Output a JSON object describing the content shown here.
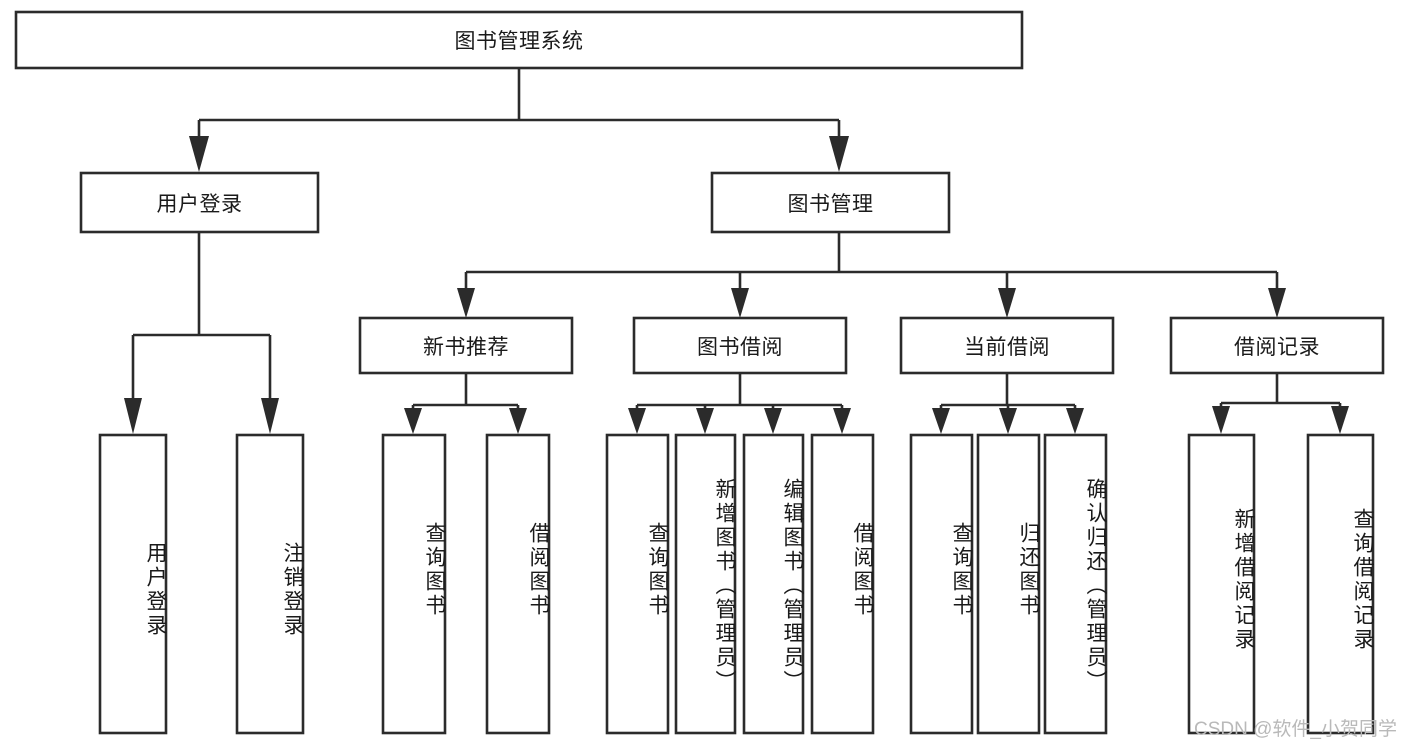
{
  "diagram": {
    "type": "tree-hierarchy-diagram",
    "title": "图书管理系统",
    "orientation": "top-down",
    "colors": {
      "background": "#ffffff",
      "box_fill": "#ffffff",
      "box_stroke": "#2b2b2b",
      "connector": "#2b2b2b",
      "text": "#1a1a1a",
      "watermark": "#b9b9b9"
    },
    "root": {
      "id": "root",
      "label": "图书管理系统",
      "text_direction": "horizontal"
    },
    "level2": [
      {
        "id": "user-login",
        "label": "用户登录",
        "text_direction": "horizontal"
      },
      {
        "id": "book-management",
        "label": "图书管理",
        "text_direction": "horizontal"
      }
    ],
    "level3": [
      {
        "id": "new-book-recommend",
        "label": "新书推荐",
        "parent": "book-management",
        "text_direction": "horizontal"
      },
      {
        "id": "book-borrow",
        "label": "图书借阅",
        "parent": "book-management",
        "text_direction": "horizontal"
      },
      {
        "id": "current-borrow",
        "label": "当前借阅",
        "parent": "book-management",
        "text_direction": "horizontal"
      },
      {
        "id": "borrow-record",
        "label": "借阅记录",
        "parent": "book-management",
        "text_direction": "horizontal"
      }
    ],
    "leaves": [
      {
        "id": "leaf-user-login",
        "label": "用户登录",
        "parent": "user-login",
        "text_direction": "vertical"
      },
      {
        "id": "leaf-logout-login",
        "label": "注销登录",
        "parent": "user-login",
        "text_direction": "vertical"
      },
      {
        "id": "leaf-query-book-1",
        "label": "查询图书",
        "parent": "new-book-recommend",
        "text_direction": "vertical"
      },
      {
        "id": "leaf-borrow-book-1",
        "label": "借阅图书",
        "parent": "new-book-recommend",
        "text_direction": "vertical"
      },
      {
        "id": "leaf-query-book-2",
        "label": "查询图书",
        "parent": "book-borrow",
        "text_direction": "vertical"
      },
      {
        "id": "leaf-add-book",
        "label": "新增图书（管理员）",
        "parent": "book-borrow",
        "text_direction": "vertical"
      },
      {
        "id": "leaf-edit-book",
        "label": "编辑图书（管理员）",
        "parent": "book-borrow",
        "text_direction": "vertical"
      },
      {
        "id": "leaf-borrow-book-2",
        "label": "借阅图书",
        "parent": "book-borrow",
        "text_direction": "vertical"
      },
      {
        "id": "leaf-query-book-3",
        "label": "查询图书",
        "parent": "current-borrow",
        "text_direction": "vertical"
      },
      {
        "id": "leaf-return-book",
        "label": "归还图书",
        "parent": "current-borrow",
        "text_direction": "vertical"
      },
      {
        "id": "leaf-confirm-return",
        "label": "确认归还（管理员）",
        "parent": "current-borrow",
        "text_direction": "vertical"
      },
      {
        "id": "leaf-add-record",
        "label": "新增借阅记录",
        "parent": "borrow-record",
        "text_direction": "vertical"
      },
      {
        "id": "leaf-query-record",
        "label": "查询借阅记录",
        "parent": "borrow-record",
        "text_direction": "vertical"
      }
    ],
    "watermark": "CSDN @软件_小贺同学"
  }
}
